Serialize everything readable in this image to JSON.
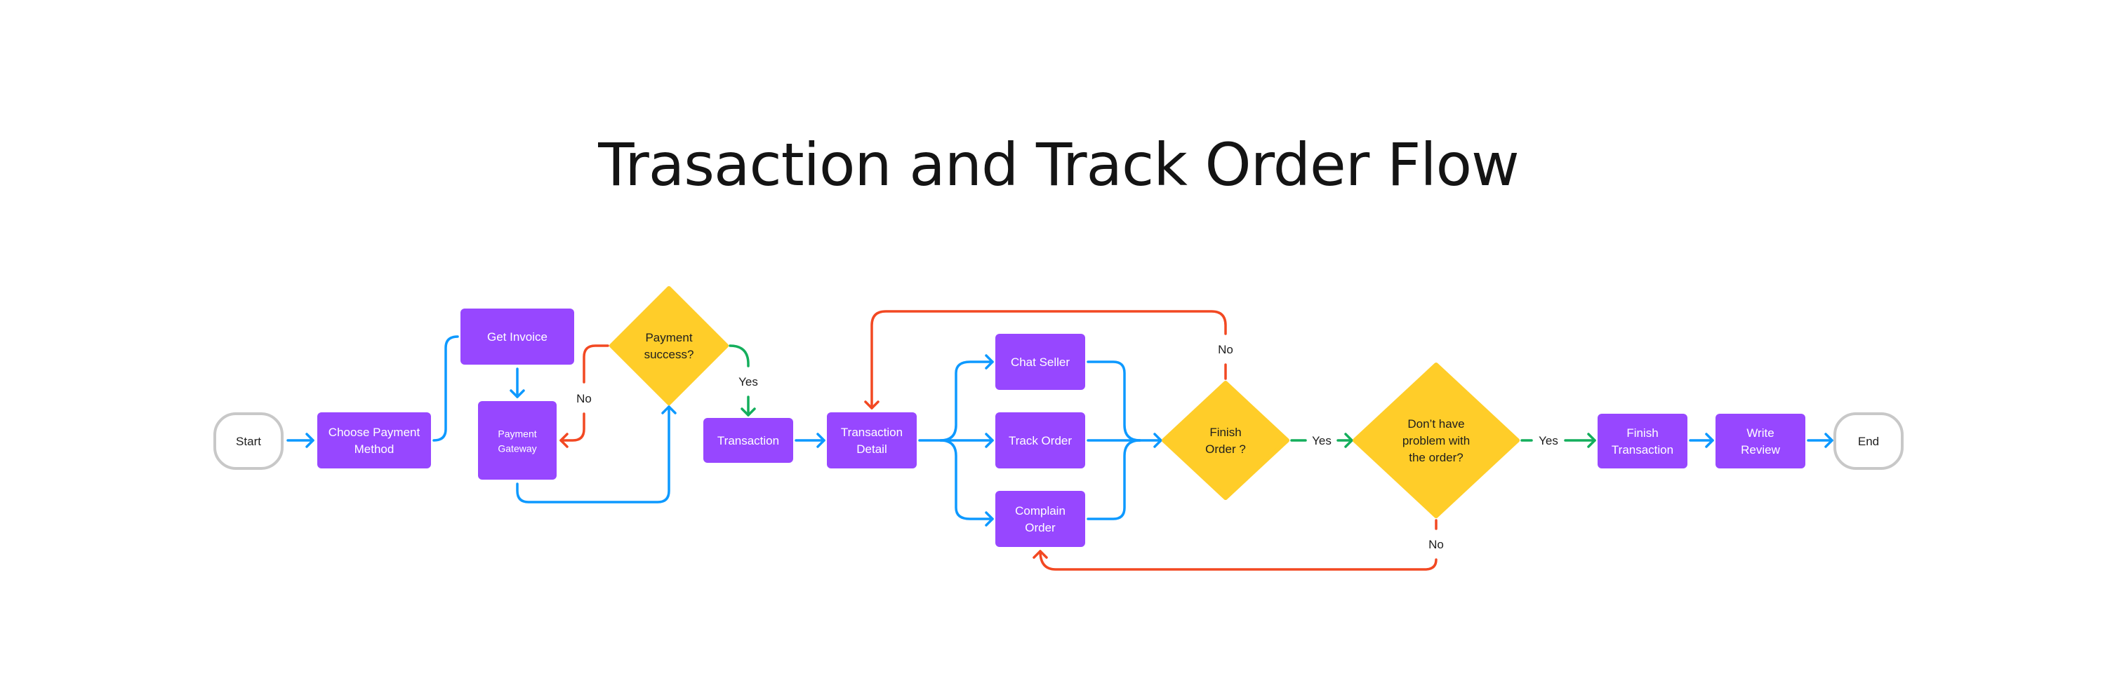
{
  "title": "Trasaction and Track Order Flow",
  "colors": {
    "process": "#9747FF",
    "decision": "#FFCD29",
    "terminal_border": "#C8C8C8",
    "flow": "#0D99FF",
    "yes": "#14AE5C",
    "no": "#F24822"
  },
  "nodes": {
    "start": {
      "type": "terminal",
      "lines": [
        "Start"
      ]
    },
    "choose_payment": {
      "type": "process",
      "lines": [
        "Choose Payment",
        "Method"
      ]
    },
    "get_invoice": {
      "type": "process",
      "lines": [
        "Get Invoice"
      ]
    },
    "payment_gateway": {
      "type": "process",
      "lines": [
        "Payment",
        "Gateway"
      ]
    },
    "payment_success": {
      "type": "decision",
      "lines": [
        "Payment",
        "success?"
      ]
    },
    "transaction": {
      "type": "process",
      "lines": [
        "Transaction"
      ]
    },
    "transaction_detail": {
      "type": "process",
      "lines": [
        "Transaction",
        "Detail"
      ]
    },
    "chat_seller": {
      "type": "process",
      "lines": [
        "Chat Seller"
      ]
    },
    "track_order": {
      "type": "process",
      "lines": [
        "Track Order"
      ]
    },
    "complain_order": {
      "type": "process",
      "lines": [
        "Complain",
        "Order"
      ]
    },
    "finish_order": {
      "type": "decision",
      "lines": [
        "Finish",
        "Order ?"
      ]
    },
    "no_problem": {
      "type": "decision",
      "lines": [
        "Don’t have",
        "problem with",
        "the order?"
      ]
    },
    "finish_transaction": {
      "type": "process",
      "lines": [
        "Finish",
        "Transaction"
      ]
    },
    "write_review": {
      "type": "process",
      "lines": [
        "Write",
        "Review"
      ]
    },
    "end": {
      "type": "terminal",
      "lines": [
        "End"
      ]
    }
  },
  "edges": [
    {
      "from": "start",
      "to": "choose_payment",
      "kind": "flow",
      "label": ""
    },
    {
      "from": "choose_payment",
      "to": "get_invoice",
      "kind": "flow",
      "label": ""
    },
    {
      "from": "get_invoice",
      "to": "payment_gateway",
      "kind": "flow",
      "label": ""
    },
    {
      "from": "payment_gateway",
      "to": "payment_success",
      "kind": "flow",
      "label": ""
    },
    {
      "from": "payment_success",
      "to": "payment_gateway",
      "kind": "no",
      "label": "No"
    },
    {
      "from": "payment_success",
      "to": "transaction",
      "kind": "yes",
      "label": "Yes"
    },
    {
      "from": "transaction",
      "to": "transaction_detail",
      "kind": "flow",
      "label": ""
    },
    {
      "from": "transaction_detail",
      "to": "chat_seller",
      "kind": "flow",
      "label": ""
    },
    {
      "from": "transaction_detail",
      "to": "track_order",
      "kind": "flow",
      "label": ""
    },
    {
      "from": "transaction_detail",
      "to": "complain_order",
      "kind": "flow",
      "label": ""
    },
    {
      "from": "chat_seller",
      "to": "finish_order",
      "kind": "flow",
      "label": ""
    },
    {
      "from": "track_order",
      "to": "finish_order",
      "kind": "flow",
      "label": ""
    },
    {
      "from": "complain_order",
      "to": "finish_order",
      "kind": "flow",
      "label": ""
    },
    {
      "from": "finish_order",
      "to": "transaction_detail",
      "kind": "no",
      "label": "No"
    },
    {
      "from": "finish_order",
      "to": "no_problem",
      "kind": "yes",
      "label": "Yes"
    },
    {
      "from": "no_problem",
      "to": "complain_order",
      "kind": "no",
      "label": "No"
    },
    {
      "from": "no_problem",
      "to": "finish_transaction",
      "kind": "yes",
      "label": "Yes"
    },
    {
      "from": "finish_transaction",
      "to": "write_review",
      "kind": "flow",
      "label": ""
    },
    {
      "from": "write_review",
      "to": "end",
      "kind": "flow",
      "label": ""
    }
  ]
}
